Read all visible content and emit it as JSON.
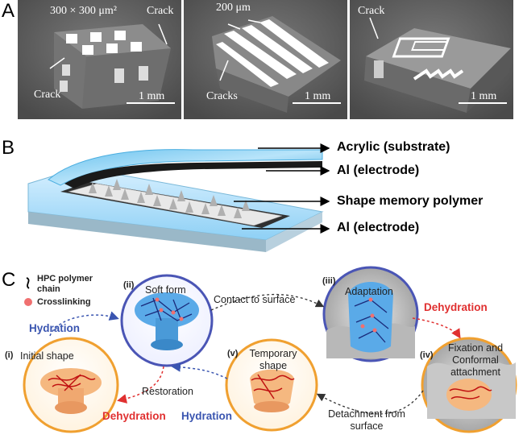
{
  "panels": {
    "A": {
      "label": "A",
      "images": [
        {
          "annotations": {
            "dims": "300 × 300 μm²",
            "crack_top": "Crack",
            "crack_left": "Crack"
          },
          "scale": "1 mm"
        },
        {
          "annotations": {
            "dims": "200 μm",
            "cracks": "Cracks"
          },
          "scale": "1 mm"
        },
        {
          "annotations": {
            "crack": "Crack"
          },
          "scale": "1 mm"
        }
      ]
    },
    "B": {
      "label": "B",
      "layers": [
        "Acrylic (substrate)",
        "Al (electrode)",
        "Shape memory polymer",
        "Al (electrode)"
      ]
    },
    "C": {
      "label": "C",
      "legend": {
        "chain": "HPC polymer chain",
        "crosslink": "Crosslinking"
      },
      "states": {
        "i": {
          "num": "(i)",
          "text": "Initial shape"
        },
        "ii": {
          "num": "(ii)",
          "text": "Soft form"
        },
        "iii": {
          "num": "(iii)",
          "text": "Adaptation"
        },
        "iv": {
          "num": "(iv)",
          "text": "Fixation and Conformal attachment"
        },
        "v": {
          "num": "(v)",
          "text": "Temporary shape"
        }
      },
      "transitions": {
        "hydration_top": "Hydration",
        "contact": "Contact to surface",
        "dehydration_right": "Dehydration",
        "detachment": "Detachment from surface",
        "restoration": "Restoration",
        "dehydration_bottom": "Dehydration",
        "hydration_bottom": "Hydration"
      }
    }
  },
  "colors": {
    "hydration": "#3a55b0",
    "dehydration": "#e03030",
    "circle_blue": "#4a55b5",
    "circle_orange": "#f0a030"
  }
}
